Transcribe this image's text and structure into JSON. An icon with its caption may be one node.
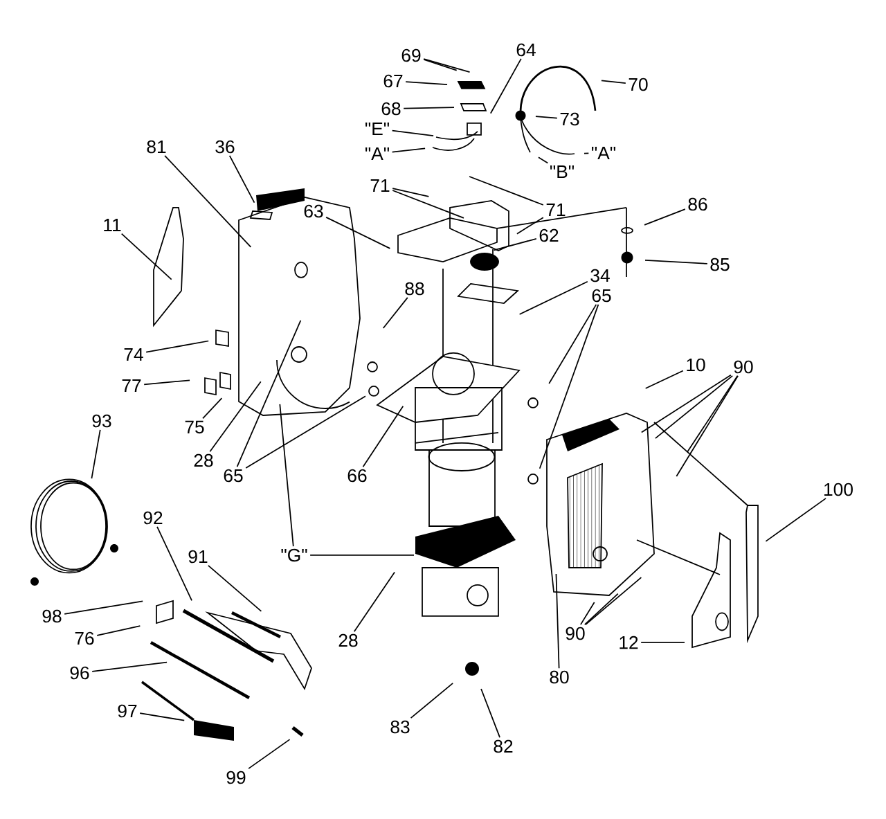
{
  "diagram": {
    "nodes": [
      {
        "text": [
          "69"
        ]
      },
      {
        "text": [
          "64"
        ]
      },
      {
        "text": [
          "67"
        ]
      },
      {
        "text": [
          "70"
        ]
      },
      {
        "text": [
          "68"
        ]
      },
      {
        "text": [
          "73"
        ]
      },
      {
        "text": [
          "\"E\""
        ]
      },
      {
        "text": [
          "\"A\""
        ]
      },
      {
        "text": [
          "\"A\""
        ]
      },
      {
        "text": [
          "\"B\""
        ]
      },
      {
        "text": [
          "81"
        ]
      },
      {
        "text": [
          "36"
        ]
      },
      {
        "text": [
          "71"
        ]
      },
      {
        "text": [
          "86"
        ]
      },
      {
        "text": [
          "71"
        ]
      },
      {
        "text": [
          "63"
        ]
      },
      {
        "text": [
          "11"
        ]
      },
      {
        "text": [
          "85"
        ]
      },
      {
        "text": [
          "62"
        ]
      },
      {
        "text": [
          "34"
        ]
      },
      {
        "text": [
          "88"
        ]
      },
      {
        "text": [
          "65"
        ]
      },
      {
        "text": [
          "74"
        ]
      },
      {
        "text": [
          "10"
        ]
      },
      {
        "text": [
          "90"
        ]
      },
      {
        "text": [
          "77"
        ]
      },
      {
        "text": [
          "93"
        ]
      },
      {
        "text": [
          "75"
        ]
      },
      {
        "text": [
          "28"
        ]
      },
      {
        "text": [
          "65"
        ]
      },
      {
        "text": [
          "66"
        ]
      },
      {
        "text": [
          "100"
        ]
      },
      {
        "text": [
          "92"
        ]
      },
      {
        "text": [
          "\"G\""
        ]
      },
      {
        "text": [
          "91"
        ]
      },
      {
        "text": [
          "98"
        ]
      },
      {
        "text": [
          "90"
        ]
      },
      {
        "text": [
          "76"
        ]
      },
      {
        "text": [
          "28"
        ]
      },
      {
        "text": [
          "12"
        ]
      },
      {
        "text": [
          "96"
        ]
      },
      {
        "text": [
          "80"
        ]
      },
      {
        "text": [
          "97"
        ]
      },
      {
        "text": [
          "83"
        ]
      },
      {
        "text": [
          "82"
        ]
      },
      {
        "text": [
          "99"
        ]
      }
    ],
    "edges": [
      {
        "from": 0,
        "to": null,
        "arrow": "none"
      },
      {
        "from": 0,
        "to": null,
        "arrow": "none"
      },
      {
        "from": 1,
        "to": null,
        "arrow": "none"
      },
      {
        "from": 2,
        "to": null,
        "arrow": "none"
      },
      {
        "from": 3,
        "to": null,
        "arrow": "none"
      },
      {
        "from": 4,
        "to": null,
        "arrow": "none"
      },
      {
        "from": 5,
        "to": null,
        "arrow": "none"
      },
      {
        "from": 6,
        "to": null,
        "arrow": "none"
      },
      {
        "from": 7,
        "to": null,
        "arrow": "none"
      },
      {
        "from": 8,
        "to": null,
        "arrow": "none"
      },
      {
        "from": 9,
        "to": null,
        "arrow": "none"
      },
      {
        "from": 10,
        "to": null,
        "arrow": "none"
      },
      {
        "from": 11,
        "to": null,
        "arrow": "none"
      },
      {
        "from": 12,
        "to": null,
        "arrow": "none"
      },
      {
        "from": 12,
        "to": null,
        "arrow": "none"
      },
      {
        "from": 13,
        "to": null,
        "arrow": "none"
      },
      {
        "from": 14,
        "to": null,
        "arrow": "none"
      },
      {
        "from": 14,
        "to": null,
        "arrow": "none"
      },
      {
        "from": 15,
        "to": null,
        "arrow": "none"
      },
      {
        "from": 16,
        "to": null,
        "arrow": "none"
      },
      {
        "from": 17,
        "to": null,
        "arrow": "none"
      },
      {
        "from": 18,
        "to": null,
        "arrow": "none"
      },
      {
        "from": 19,
        "to": null,
        "arrow": "none"
      },
      {
        "from": 20,
        "to": null,
        "arrow": "none"
      },
      {
        "from": 21,
        "to": null,
        "arrow": "none"
      },
      {
        "from": 21,
        "to": null,
        "arrow": "none"
      },
      {
        "from": 22,
        "to": null,
        "arrow": "none"
      },
      {
        "from": 23,
        "to": null,
        "arrow": "none"
      },
      {
        "from": 24,
        "to": null,
        "arrow": "none"
      },
      {
        "from": 24,
        "to": null,
        "arrow": "none"
      },
      {
        "from": 24,
        "to": null,
        "arrow": "none"
      },
      {
        "from": 24,
        "to": null,
        "arrow": "none"
      },
      {
        "from": 25,
        "to": null,
        "arrow": "none"
      },
      {
        "from": 26,
        "to": null,
        "arrow": "none"
      },
      {
        "from": 27,
        "to": null,
        "arrow": "none"
      },
      {
        "from": 28,
        "to": null,
        "arrow": "none"
      },
      {
        "from": 29,
        "to": null,
        "arrow": "none"
      },
      {
        "from": 29,
        "to": null,
        "arrow": "none"
      },
      {
        "from": 30,
        "to": null,
        "arrow": "none"
      },
      {
        "from": 31,
        "to": null,
        "arrow": "none"
      },
      {
        "from": 32,
        "to": null,
        "arrow": "none"
      },
      {
        "from": 33,
        "to": null,
        "arrow": "none"
      },
      {
        "from": 33,
        "to": null,
        "arrow": "none"
      },
      {
        "from": 34,
        "to": null,
        "arrow": "none"
      },
      {
        "from": 35,
        "to": null,
        "arrow": "none"
      },
      {
        "from": 36,
        "to": null,
        "arrow": "none"
      },
      {
        "from": 36,
        "to": null,
        "arrow": "none"
      },
      {
        "from": 36,
        "to": null,
        "arrow": "none"
      },
      {
        "from": 37,
        "to": null,
        "arrow": "none"
      },
      {
        "from": 38,
        "to": null,
        "arrow": "none"
      },
      {
        "from": 39,
        "to": null,
        "arrow": "none"
      },
      {
        "from": 40,
        "to": null,
        "arrow": "none"
      },
      {
        "from": 41,
        "to": null,
        "arrow": "none"
      },
      {
        "from": 42,
        "to": null,
        "arrow": "none"
      },
      {
        "from": 43,
        "to": null,
        "arrow": "none"
      },
      {
        "from": 44,
        "to": null,
        "arrow": "none"
      },
      {
        "from": 45,
        "to": null,
        "arrow": "none"
      }
    ]
  }
}
